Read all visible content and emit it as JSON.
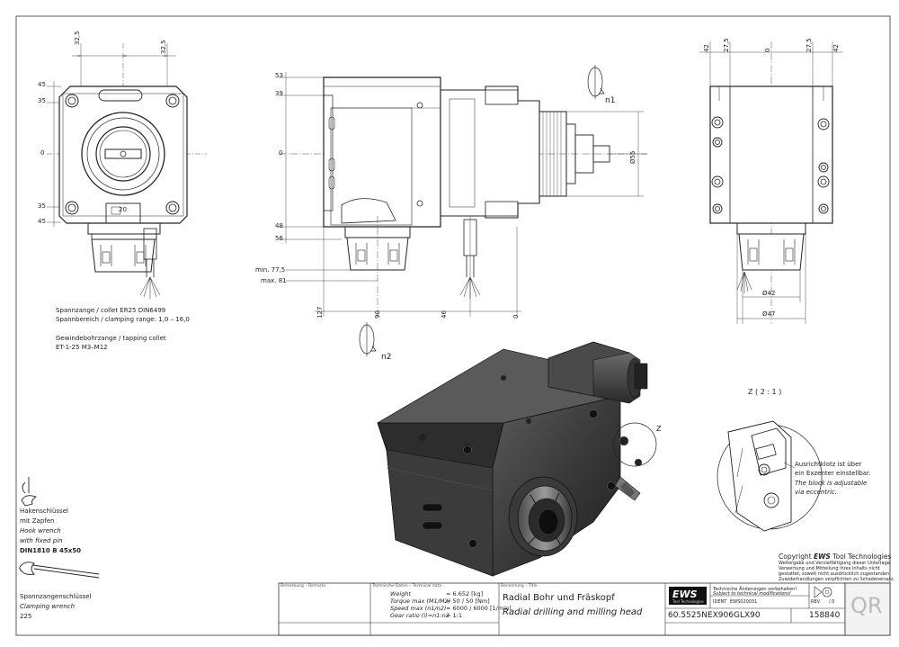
{
  "dimensions": {
    "front_top_left": "32,5",
    "front_top_right": "32,5",
    "front_left": [
      "45",
      "35",
      "0",
      "35",
      "45"
    ],
    "front_slot_width": "20",
    "side_left": [
      "53",
      "39",
      "0",
      "48",
      "56"
    ],
    "side_min": "min. 77,5",
    "side_max": "max. 81",
    "side_bottom": [
      "127",
      "90",
      "46",
      "0"
    ],
    "side_dia": "Ø55",
    "right_top": [
      "42",
      "27,5",
      "0",
      "27,5",
      "42"
    ],
    "right_dia42": "Ø42",
    "right_dia47": "Ø47",
    "axis_n1": "n1",
    "axis_n2": "n2",
    "axis_z": "Z"
  },
  "notes": {
    "collet_line1": "Spannzange / collet   ER25   DIN6499",
    "collet_line2": "Spannbereich / clamping range: 1,0 – 16,0",
    "tapping_line1": "Gewindebohrzange / tapping collet",
    "tapping_line2": "ET-1-25   M3–M12"
  },
  "detail": {
    "title": "Z ( 2 : 1 )",
    "de_line1": "Ausrichtklotz ist über",
    "de_line2": "ein Exzenter einstellbar.",
    "en_line1": "The block is adjustable",
    "en_line2": "via eccentric."
  },
  "wrench": {
    "line1": "Hakenschlüssel",
    "line2": "mit Zapfen",
    "line3": "Hook wrench",
    "line4": "with fixed pin",
    "line5": "DIN1810 B  45x50"
  },
  "clamp": {
    "line1": "Spannzangenschlüssel",
    "line2": "Clamping wrench",
    "line3": "225"
  },
  "copyright": {
    "title_prefix": "Copyright ",
    "title_brand": "EWS",
    "title_suffix": " Tool Technologies",
    "line1": "Weitergabe und Vervielfältigung dieser Unterlage,",
    "line2": "Verwertung und Mitteilung ihres Inhalts nicht",
    "line3": "gestattet, soweit nicht ausdrücklich zugestanden.",
    "line4": "Zuwiderhandlungen verpflichten zu Schadenersatz."
  },
  "title_block": {
    "label_remarks": "Bemerkung – Remarks",
    "label_tech": "Technische Daten – Technical data",
    "label_name": "Benennung – Title",
    "weight_label": "Weight",
    "weight_value": "= 6.652 [kg]",
    "torque_label": "Torque max (M1/M2)",
    "torque_value": "= 50 / 50 [Nm]",
    "speed_label": "Speed max  (n1/n2)",
    "speed_value": "= 6000 / 6000 [1/min]",
    "gear_label": "Gear ratio  (i)=n1:n2",
    "gear_value": "= 1:1",
    "name_de": "Radial Bohr und Fräskopf",
    "name_en": "Radial drilling and milling head",
    "logo": "EWS",
    "logo_sub": "Tool Technologies",
    "notice_de": "Technische Änderungen vorbehalten!",
    "notice_en": "Subject to technical modifications!",
    "ident_label": "IDENT",
    "ident_value": "EWS020031",
    "rev_label": "REV.",
    "rev_value": "/.0",
    "part_number": "60.5525NEX906GLX90",
    "drawing_number": "158840",
    "qr": "QR"
  }
}
